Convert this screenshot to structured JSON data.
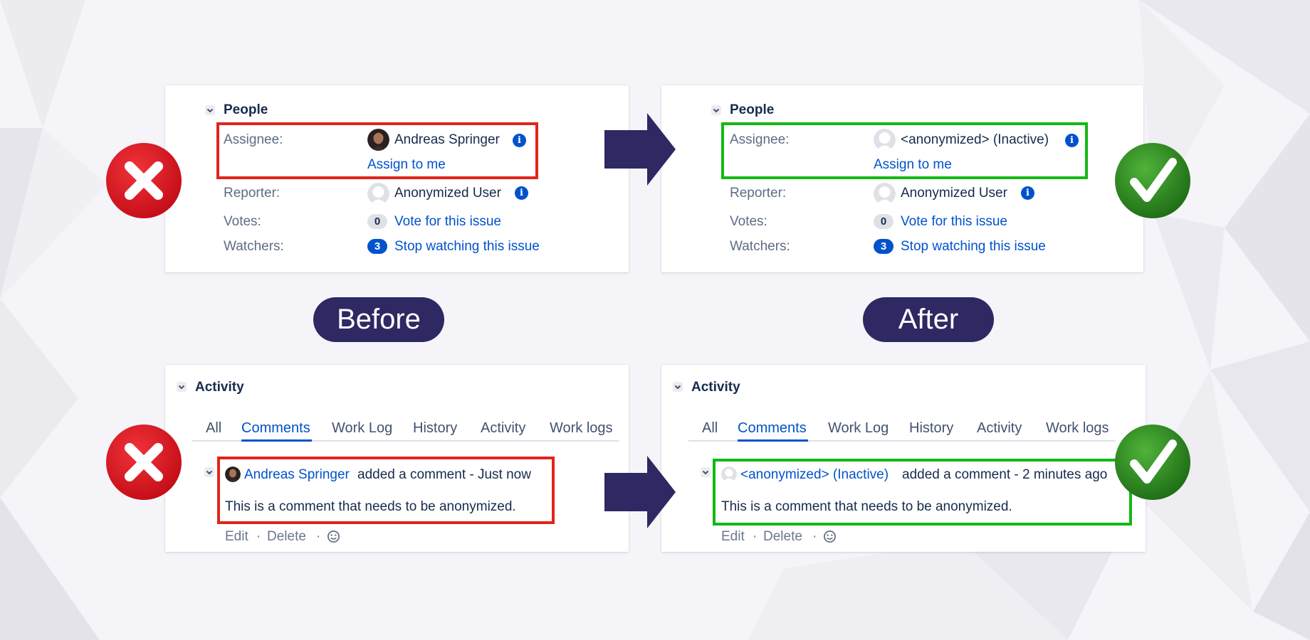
{
  "colors": {
    "accent_link": "#0052cc",
    "pill_bg": "#2e2863",
    "highlight_before": "#e0251b",
    "highlight_after": "#14b814",
    "wrong_mark": "#d8141c",
    "right_mark": "#2e8b1c"
  },
  "labels": {
    "before": "Before",
    "after": "After"
  },
  "people_before": {
    "section_title": "People",
    "assignee_label": "Assignee:",
    "assignee_name": "Andreas Springer",
    "assign_to_me": "Assign to me",
    "reporter_label": "Reporter:",
    "reporter_name": "Anonymized User",
    "votes_label": "Votes:",
    "votes_count": "0",
    "vote_link": "Vote for this issue",
    "watchers_label": "Watchers:",
    "watchers_count": "3",
    "watch_link": "Stop watching this issue"
  },
  "people_after": {
    "section_title": "People",
    "assignee_label": "Assignee:",
    "assignee_name": "<anonymized> (Inactive)",
    "assign_to_me": "Assign to me",
    "reporter_label": "Reporter:",
    "reporter_name": "Anonymized User",
    "votes_label": "Votes:",
    "votes_count": "0",
    "vote_link": "Vote for this issue",
    "watchers_label": "Watchers:",
    "watchers_count": "3",
    "watch_link": "Stop watching this issue"
  },
  "activity_before": {
    "section_title": "Activity",
    "tabs": [
      "All",
      "Comments",
      "Work Log",
      "History",
      "Activity",
      "Work logs"
    ],
    "author": "Andreas Springer",
    "added_text": "added a comment - Just now",
    "comment": "This is a comment that needs to be anonymized.",
    "edit": "Edit",
    "delete": "Delete",
    "separator": "·"
  },
  "activity_after": {
    "section_title": "Activity",
    "tabs": [
      "All",
      "Comments",
      "Work Log",
      "History",
      "Activity",
      "Work logs"
    ],
    "author": "<anonymized> (Inactive)",
    "added_text": "added a comment - 2 minutes ago",
    "comment": "This is a comment that needs to be anonymized.",
    "edit": "Edit",
    "delete": "Delete",
    "separator": "·"
  },
  "icons": {
    "wrong": "x-circle-icon",
    "right": "checkmark-circle-icon",
    "arrow": "arrow-right-icon",
    "info": "info-icon",
    "chevron": "chevron-down-icon",
    "emoji": "emoji-reaction-icon",
    "avatar_default": "default-avatar-icon"
  }
}
